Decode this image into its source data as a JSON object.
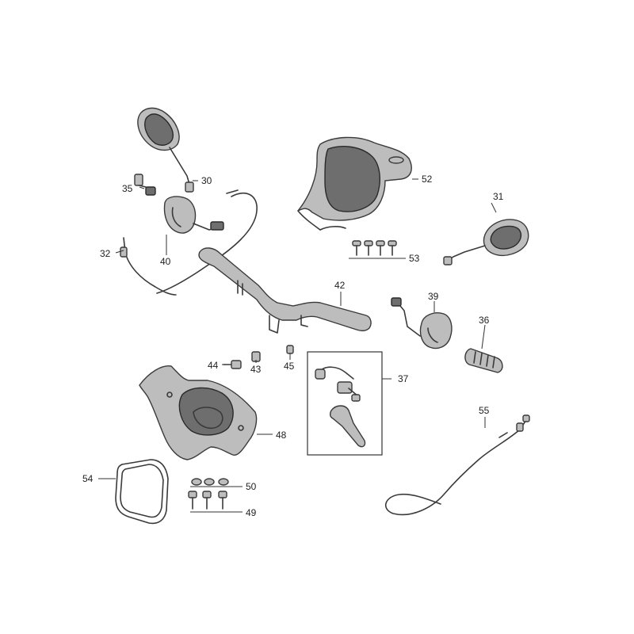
{
  "colors": {
    "line": "#3a3a3a",
    "shade": "#bdbdbd",
    "dark": "#6e6e6e",
    "background": "#ffffff"
  },
  "callouts": {
    "p30": "30",
    "p31": "31",
    "p32": "32",
    "p35": "35",
    "p36": "36",
    "p37": "37",
    "p39": "39",
    "p40": "40",
    "p42": "42",
    "p43": "43",
    "p44": "44",
    "p45": "45",
    "p48": "48",
    "p49": "49",
    "p50": "50",
    "p52": "52",
    "p53": "53",
    "p54": "54",
    "p55": "55"
  }
}
